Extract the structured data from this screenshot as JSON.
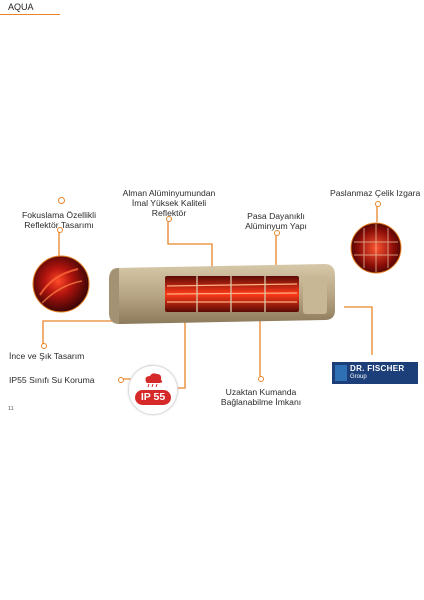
{
  "product_name": "AQUA",
  "callouts": {
    "focus": [
      "Fokuslama Özellikli",
      "Reflektör Tasarımı"
    ],
    "aluminum": [
      "Alman Alüminyumundan",
      "İmal Yüksek Kaliteli",
      "Reflektör"
    ],
    "steel": "Paslanmaz Çelik Izgara",
    "rustproof": [
      "Pasa Dayanıklı",
      "Alüminyum Yapı"
    ],
    "slim": "İnce ve Şık Tasarım",
    "ip": "IP55 Sınıfı Su Koruma",
    "remote": [
      "Uzaktan Kumanda",
      "Bağlanabilme İmkanı"
    ]
  },
  "badge": {
    "text": "IP 55"
  },
  "brand": {
    "name": "DR. FISCHER",
    "sub": "Group"
  },
  "page_number": "11",
  "colors": {
    "accent": "#e8862a",
    "badge_red": "#d62a2a",
    "brand_blue": "#1c3f7a"
  }
}
